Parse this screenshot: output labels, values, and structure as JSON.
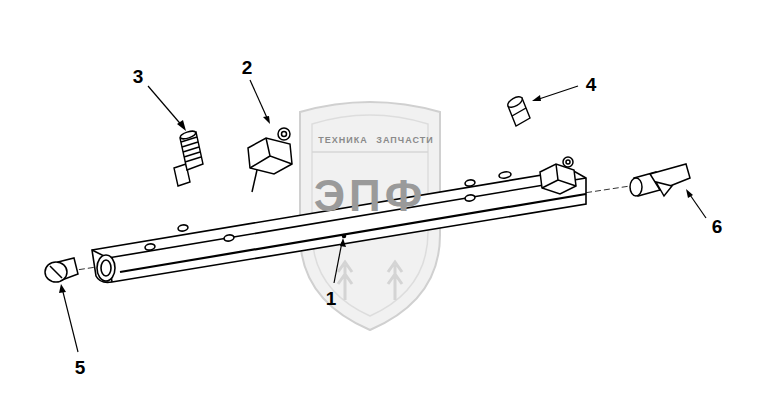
{
  "diagram": {
    "labels": [
      "3",
      "2",
      "4",
      "6",
      "1",
      "5",
      "ТЕХНИКА",
      "ЗАПЧАСТИ",
      "ЭПФ"
    ]
  }
}
